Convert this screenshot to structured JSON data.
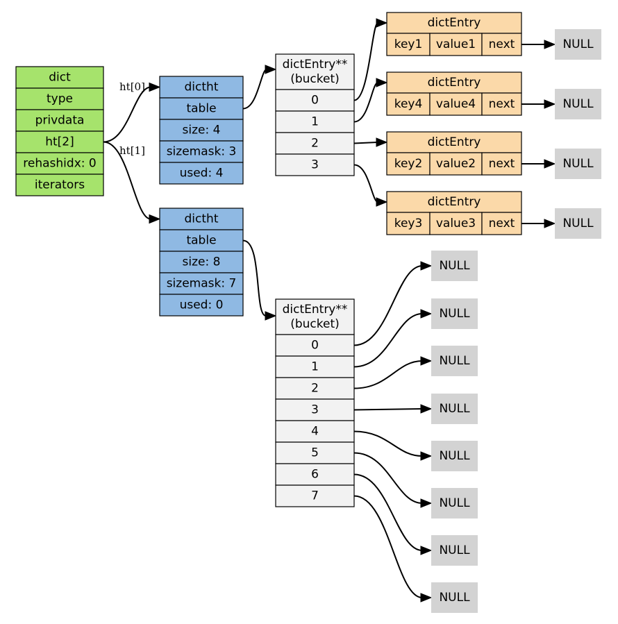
{
  "colors": {
    "dict": "#a6e36c",
    "dictht": "#8fb9e3",
    "bucket": "#f2f2f2",
    "entry": "#fbd9a9",
    "null": "#d3d3d3"
  },
  "dict": {
    "fields": [
      "dict",
      "type",
      "privdata",
      "ht[2]",
      "rehashidx: 0",
      "iterators"
    ]
  },
  "edge_labels": {
    "ht0": "ht[0]",
    "ht1": "ht[1]"
  },
  "ht0": {
    "fields": [
      "dictht",
      "table",
      "size: 4",
      "sizemask: 3",
      "used: 4"
    ],
    "bucket_header": [
      "dictEntry**",
      "(bucket)"
    ],
    "buckets": [
      "0",
      "1",
      "2",
      "3"
    ]
  },
  "ht1": {
    "fields": [
      "dictht",
      "table",
      "size: 8",
      "sizemask: 7",
      "used: 0"
    ],
    "bucket_header": [
      "dictEntry**",
      "(bucket)"
    ],
    "buckets": [
      "0",
      "1",
      "2",
      "3",
      "4",
      "5",
      "6",
      "7"
    ]
  },
  "entries": [
    {
      "title": "dictEntry",
      "key": "key1",
      "value": "value1",
      "next": "next",
      "null": "NULL"
    },
    {
      "title": "dictEntry",
      "key": "key4",
      "value": "value4",
      "next": "next",
      "null": "NULL"
    },
    {
      "title": "dictEntry",
      "key": "key2",
      "value": "value2",
      "next": "next",
      "null": "NULL"
    },
    {
      "title": "dictEntry",
      "key": "key3",
      "value": "value3",
      "next": "next",
      "null": "NULL"
    }
  ],
  "ht1_nulls": [
    "NULL",
    "NULL",
    "NULL",
    "NULL",
    "NULL",
    "NULL",
    "NULL",
    "NULL"
  ]
}
